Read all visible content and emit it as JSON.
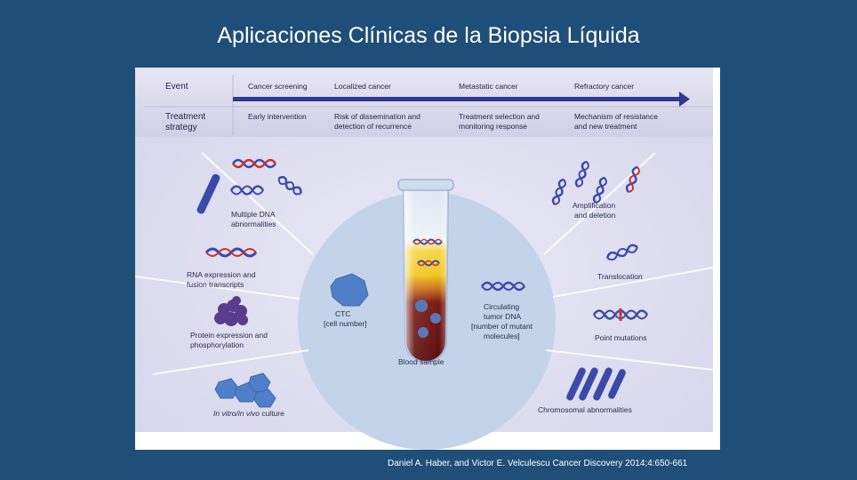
{
  "slide": {
    "title": "Aplicaciones Clínicas de la Biopsia Líquida",
    "citation": "Daniel A. Haber, and Victor E. Velculescu Cancer Discovery 2014;4:650-661"
  },
  "figure": {
    "header": {
      "event_label": "Event",
      "strategy_label_1": "Treatment",
      "strategy_label_2": "strategy",
      "events": [
        "Cancer screening",
        "Localized cancer",
        "Metastatic cancer",
        "Refractory cancer"
      ],
      "strategies": [
        [
          "Early intervention",
          ""
        ],
        [
          "Risk of dissemination and",
          "detection of recurrence"
        ],
        [
          "Treatment selection and",
          "monitoring response"
        ],
        [
          "Mechanism of resistance",
          "and new treatment"
        ]
      ]
    },
    "left_labels": {
      "dna_1": "Multiple DNA",
      "dna_2": "abnormalities",
      "rna_1": "RNA expression and",
      "rna_2": "fusion transcripts",
      "protein_1": "Protein expression and",
      "protein_2": "phosphorylation",
      "culture_italic": "In vitro/in vivo",
      "culture_rest": " culture"
    },
    "center_labels": {
      "ctc_1": "CTC",
      "ctc_2": "[cell number]",
      "ctdna_1": "Circulating",
      "ctdna_2": "tumor DNA",
      "ctdna_3": "[number of mutant",
      "ctdna_4": "molecules]",
      "blood": "Blood sample"
    },
    "right_labels": {
      "amp_1": "Amplification",
      "amp_2": "and deletion",
      "translocation": "Translocation",
      "point": "Point mutations",
      "chromosomal": "Chromosomal abnormalities"
    },
    "colors": {
      "background": "#1f4e79",
      "panel": "#dcdcef",
      "center_circle": "#c3d3ea",
      "arrow": "#2f3791",
      "dna_blue": "#3b4aa8",
      "dna_red": "#c83232",
      "cell_blue": "#4f7fc8",
      "protein_purple": "#5a3d8a",
      "blood_red": "#6e1414",
      "plasma_yellow": "#f3cf2a"
    }
  }
}
